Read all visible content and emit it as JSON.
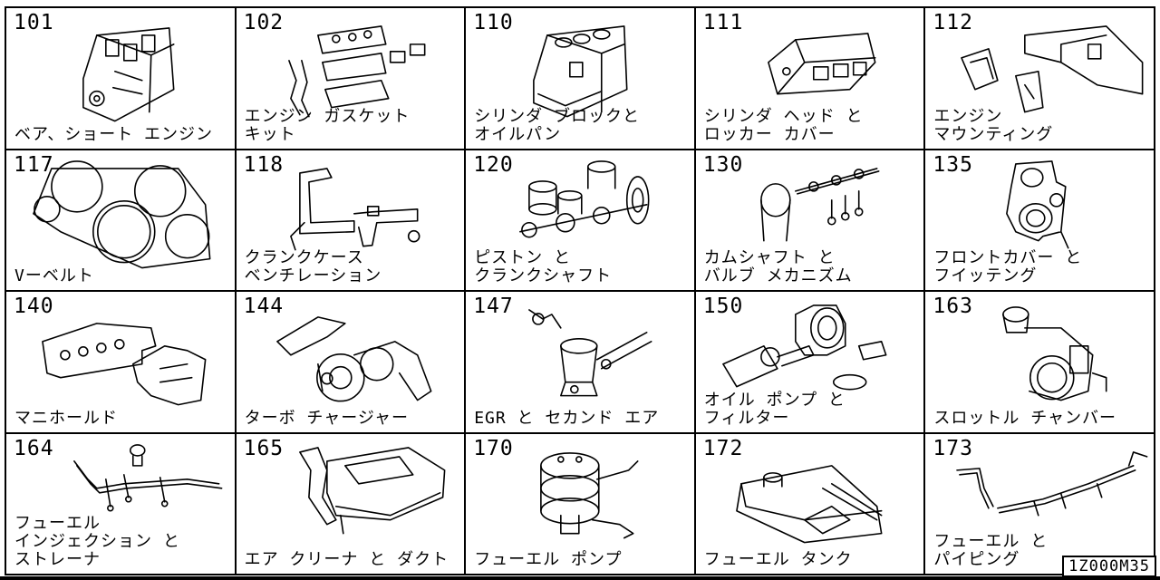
{
  "catalog": {
    "reference_code": "1Z000M35",
    "items": [
      {
        "code": "101",
        "label": "ベア、ショート エンジン",
        "icon": "short-engine-icon"
      },
      {
        "code": "102",
        "label": "エンジン ガスケット\nキット",
        "icon": "gasket-kit-icon"
      },
      {
        "code": "110",
        "label": "シリンダ ブロックと\nオイルパン",
        "icon": "cylinder-block-icon"
      },
      {
        "code": "111",
        "label": "シリンダ ヘッド と\nロッカー カバー",
        "icon": "cylinder-head-icon"
      },
      {
        "code": "112",
        "label": "エンジン\nマウンティング",
        "icon": "engine-mount-icon"
      },
      {
        "code": "117",
        "label": "Vーベルト",
        "icon": "v-belt-icon"
      },
      {
        "code": "118",
        "label": "クランクケース\nベンチレーション",
        "icon": "crankcase-ventilation-icon"
      },
      {
        "code": "120",
        "label": "ピストン と\nクランクシャフト",
        "icon": "piston-crankshaft-icon"
      },
      {
        "code": "130",
        "label": "カムシャフト と\nバルブ メカニズム",
        "icon": "camshaft-valve-icon"
      },
      {
        "code": "135",
        "label": "フロントカバー と\nフイッテング",
        "icon": "front-cover-icon"
      },
      {
        "code": "140",
        "label": "マニホールド",
        "icon": "manifold-icon"
      },
      {
        "code": "144",
        "label": "ターボ チャージャー",
        "icon": "turbocharger-icon"
      },
      {
        "code": "147",
        "label": "EGR と セカンド エア",
        "icon": "egr-valve-icon"
      },
      {
        "code": "150",
        "label": "オイル ポンプ と\nフィルター",
        "icon": "oil-pump-filter-icon"
      },
      {
        "code": "163",
        "label": "スロットル チャンバー",
        "icon": "throttle-chamber-icon"
      },
      {
        "code": "164",
        "label": "フューエル\nインジェクション と\nストレーナ",
        "icon": "fuel-injection-icon"
      },
      {
        "code": "165",
        "label": "エア クリーナ と ダクト",
        "icon": "air-cleaner-icon"
      },
      {
        "code": "170",
        "label": "フューエル ポンプ",
        "icon": "fuel-pump-icon"
      },
      {
        "code": "172",
        "label": "フューエル タンク",
        "icon": "fuel-tank-icon"
      },
      {
        "code": "173",
        "label": "フューエル と\nパイピング",
        "icon": "fuel-piping-icon"
      }
    ]
  }
}
